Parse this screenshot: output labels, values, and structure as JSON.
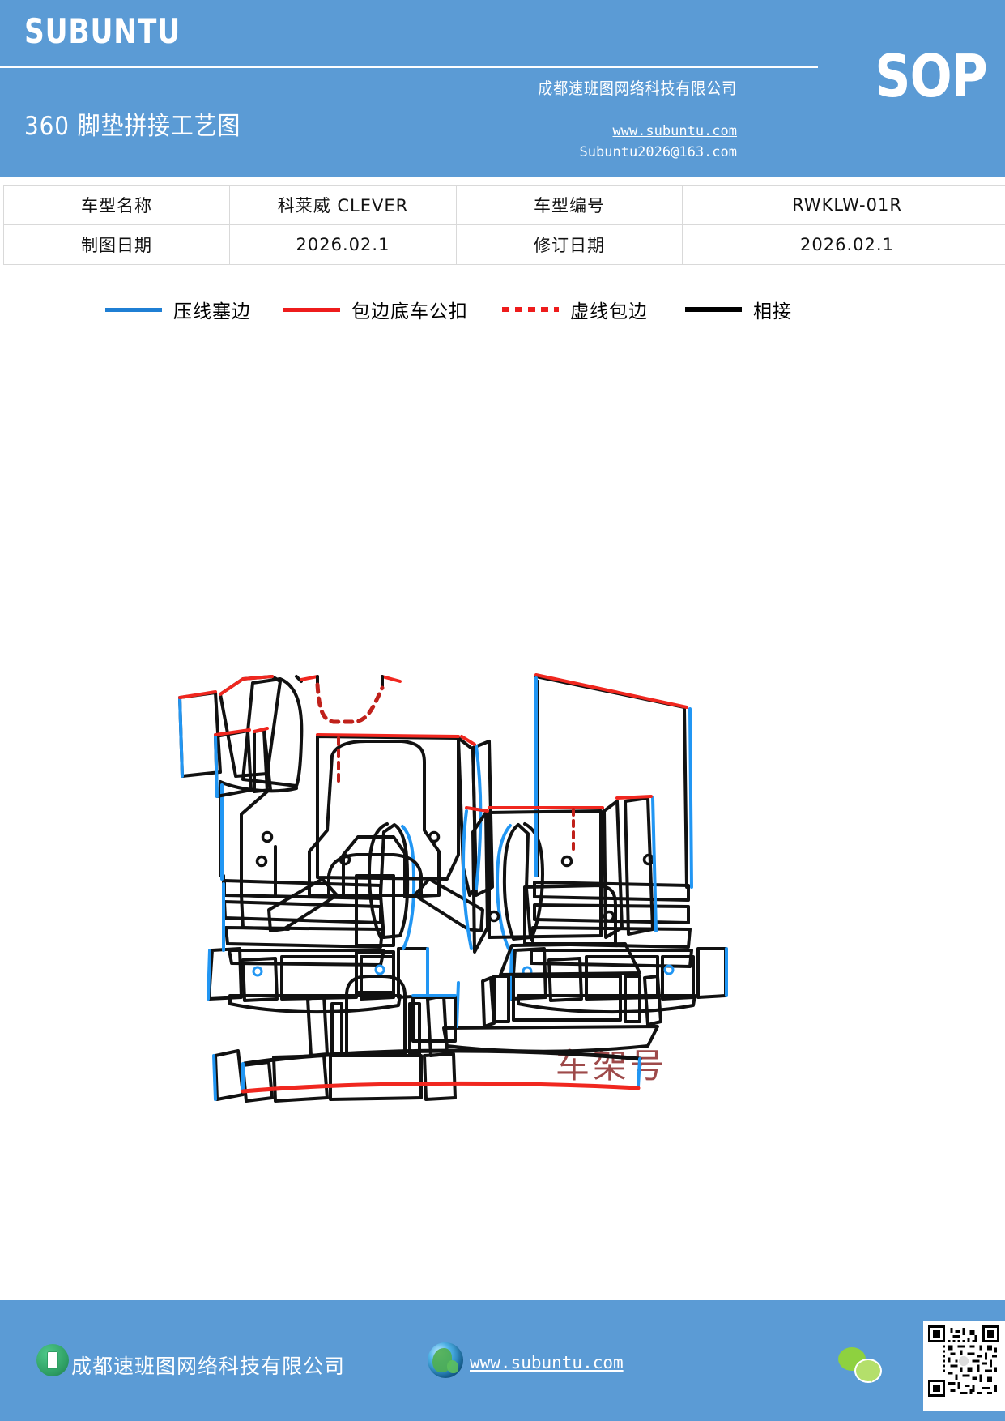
{
  "header": {
    "brand": "SUBUNTU",
    "doc_title": "360 脚垫拼接工艺图",
    "company": "成都速班图网络科技有限公司",
    "badge": "SOP",
    "website": "www.subuntu.com",
    "email": "Subuntu2026@163.com",
    "background_color": "#5b9bd5"
  },
  "info_table": {
    "rows": [
      {
        "label_1": "车型名称",
        "value_1": "科莱威 CLEVER",
        "label_2": "车型编号",
        "value_2": "RWKLW-01R"
      },
      {
        "label_1": "制图日期",
        "value_1": "2026.02.1",
        "label_2": "修订日期",
        "value_2": "2026.02.1"
      }
    ]
  },
  "legend": {
    "items": [
      {
        "label": "压线塞边",
        "style": "solid",
        "color": "#1f7fd4",
        "icon": "line-swatch-blue"
      },
      {
        "label": "包边底车公扣",
        "style": "solid",
        "color": "#ee1c1c",
        "icon": "line-swatch-red"
      },
      {
        "label": "虚线包边",
        "style": "dashed",
        "color": "#ee1c1c",
        "icon": "line-swatch-dashed-red"
      },
      {
        "label": "相接",
        "style": "solid",
        "color": "#000000",
        "icon": "line-swatch-black"
      }
    ]
  },
  "drawing": {
    "watermark": "车架号",
    "watermark_color": "#8e2b2b",
    "stroke_black": "#111111",
    "stroke_blue": "#2196f3",
    "stroke_red": "#f0271f"
  },
  "footer": {
    "company": "成都速班图网络科技有限公司",
    "website": "www.subuntu.com",
    "background_color": "#5b9bd5",
    "icons": [
      "building-icon",
      "globe-icon",
      "wechat-icon",
      "qr-code"
    ]
  }
}
